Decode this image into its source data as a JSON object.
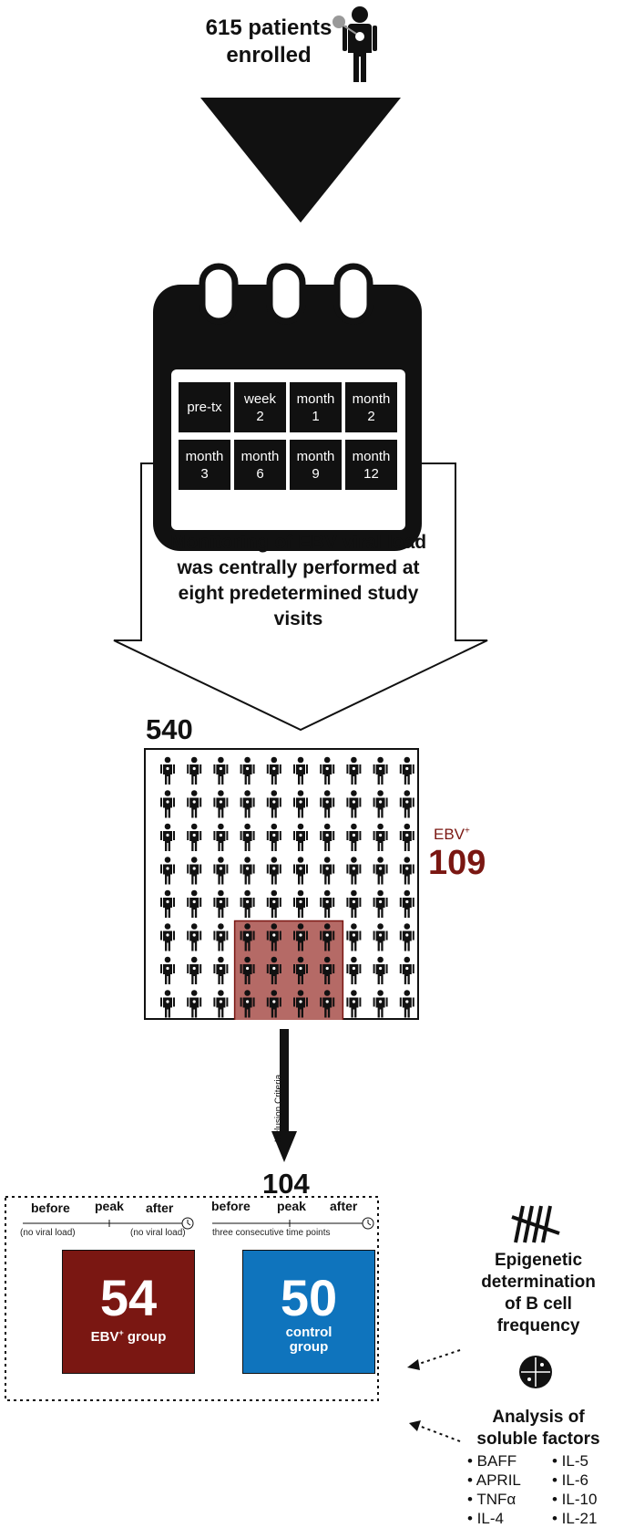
{
  "header": {
    "line1": "615 patients",
    "line2": "enrolled"
  },
  "calendar": {
    "cells": [
      {
        "line1": "pre-tx",
        "line2": ""
      },
      {
        "line1": "week",
        "line2": "2"
      },
      {
        "line1": "month",
        "line2": "1"
      },
      {
        "line1": "month",
        "line2": "2"
      },
      {
        "line1": "month",
        "line2": "3"
      },
      {
        "line1": "month",
        "line2": "6"
      },
      {
        "line1": "month",
        "line2": "9"
      },
      {
        "line1": "month",
        "line2": "12"
      }
    ]
  },
  "monitoring_text": "Monitoring of EBV viral load was centrally performed at eight predetermined study visits",
  "cohort": {
    "total": "540",
    "ebv_label": "EBV",
    "ebv_sup": "+",
    "ebv_count": "109",
    "grid_rows": 8,
    "grid_cols": 10,
    "highlight_rows": [
      5,
      7
    ],
    "highlight_cols": [
      3,
      6
    ]
  },
  "inclusion_label": "Inclusion Criteria",
  "selected_count": "104",
  "timeline_ebv": {
    "before": "before",
    "peak": "peak",
    "after": "after",
    "note_left": "(no viral load)",
    "note_right": "(no viral load)"
  },
  "timeline_control": {
    "before": "before",
    "peak": "peak",
    "after": "after",
    "note": "three consecutive time points"
  },
  "ebv_group": {
    "count": "54",
    "label": "EBV",
    "sup": "+",
    "label_rest": " group"
  },
  "control_group": {
    "count": "50",
    "line1": "control",
    "line2": "group"
  },
  "epigenetic": {
    "line1": "Epigenetic",
    "line2": "determination",
    "line3": "of B cell",
    "line4": "frequency"
  },
  "soluble": {
    "line1": "Analysis of",
    "line2": "soluble factors",
    "factors_left": [
      "• BAFF",
      "• APRIL",
      "• TNFα",
      "• IL-4"
    ],
    "factors_right": [
      "• IL-5",
      "• IL-6",
      "• IL-10",
      "• IL-21"
    ]
  },
  "colors": {
    "ebv": "#7a1712",
    "ebv_highlight": "#b56a66",
    "control": "#0f74bd",
    "ink": "#111111"
  }
}
